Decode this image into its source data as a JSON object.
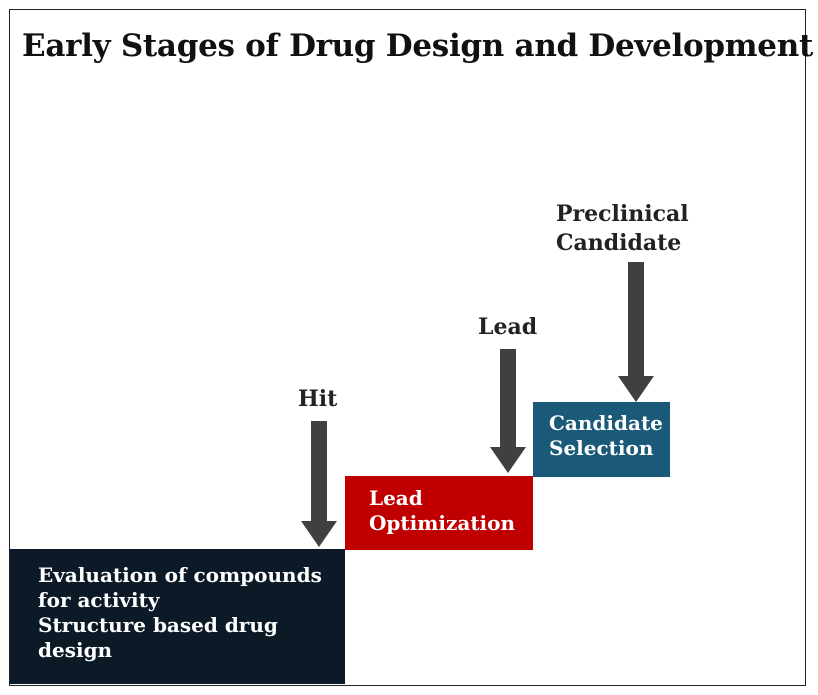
{
  "title": "Early Stages of Drug Design and Development",
  "colors": {
    "evaluation_box": "#0b1a26",
    "lead_optimization_box": "#c00000",
    "candidate_selection_box": "#1a5a78",
    "arrow": "#404040"
  },
  "stages": {
    "evaluation": {
      "lines": [
        "Evaluation of compounds",
        "for activity",
        "Structure based drug design"
      ]
    },
    "lead_optimization": {
      "lines": [
        "Lead",
        "Optimization"
      ]
    },
    "candidate_selection": {
      "lines": [
        "Candidate",
        "Selection"
      ]
    }
  },
  "milestones": {
    "hit": "Hit",
    "lead": "Lead",
    "preclinical": [
      "Preclinical",
      "Candidate"
    ]
  }
}
